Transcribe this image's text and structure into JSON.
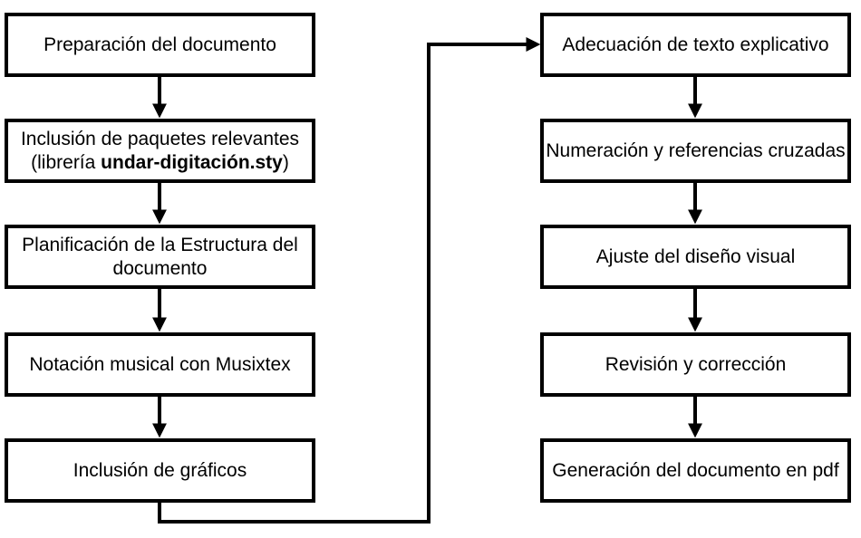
{
  "flowchart": {
    "left_column": [
      {
        "id": "box-1",
        "lines": [
          "Preparación del documento"
        ]
      },
      {
        "id": "box-2",
        "line1": "Inclusión de paquetes relevantes",
        "line2_prefix": "(librería ",
        "line2_bold": "undar-digitación.sty",
        "line2_suffix": ")"
      },
      {
        "id": "box-3",
        "lines": [
          "Planificación de la Estructura del",
          "documento"
        ]
      },
      {
        "id": "box-4",
        "lines": [
          "Notación musical con Musixtex"
        ]
      },
      {
        "id": "box-5",
        "lines": [
          "Inclusión de gráficos"
        ]
      }
    ],
    "right_column": [
      {
        "id": "box-6",
        "lines": [
          "Adecuación de texto explicativo"
        ]
      },
      {
        "id": "box-7",
        "lines": [
          "Numeración y referencias cruzadas"
        ]
      },
      {
        "id": "box-8",
        "lines": [
          "Ajuste del diseño visual"
        ]
      },
      {
        "id": "box-9",
        "lines": [
          "Revisión y corrección"
        ]
      },
      {
        "id": "box-10",
        "lines": [
          "Generación del documento en pdf"
        ]
      }
    ]
  },
  "colors": {
    "stroke": "#000000",
    "background": "#ffffff",
    "text": "#000000"
  }
}
